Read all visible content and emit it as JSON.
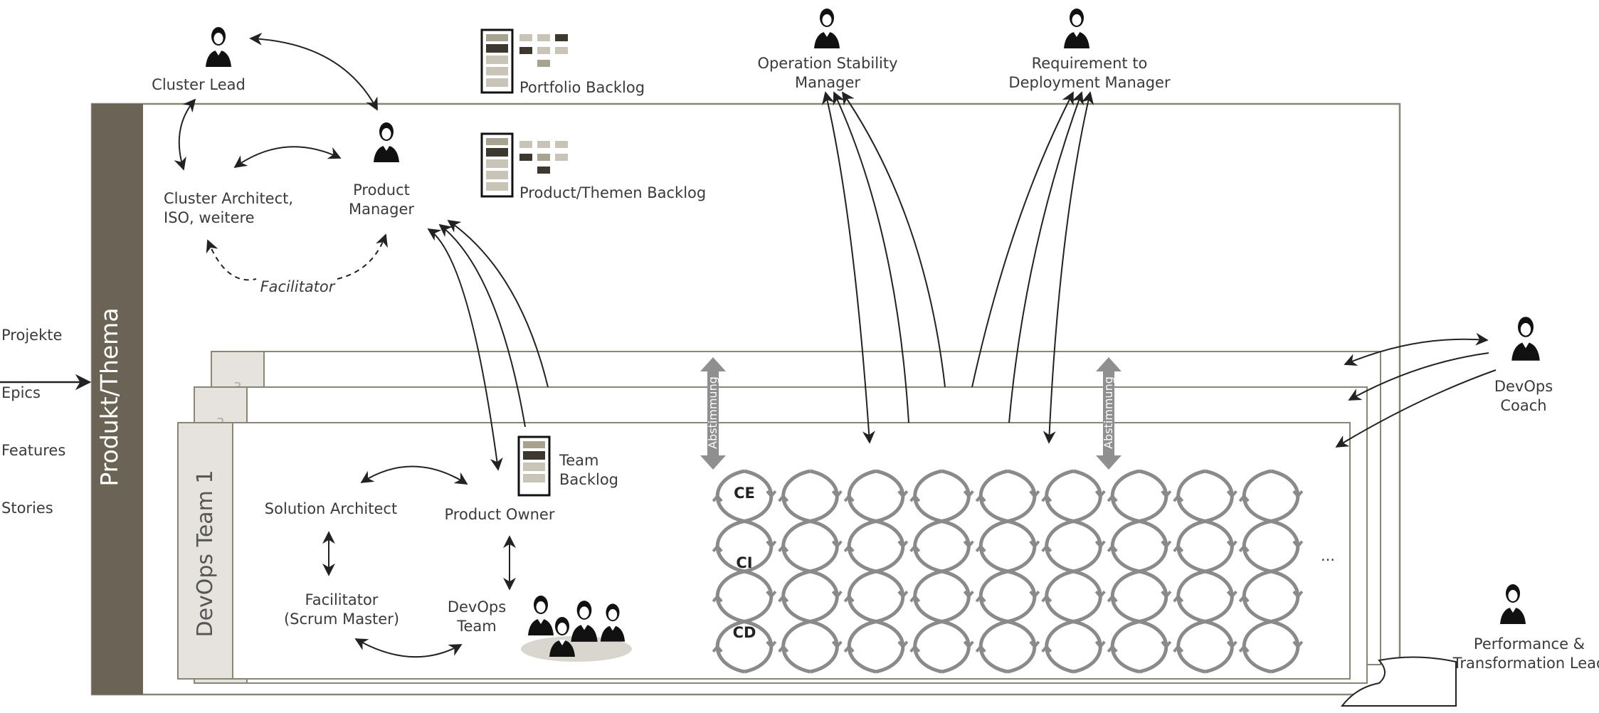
{
  "frame": {
    "title": "Produkt/Thema"
  },
  "team_frame": {
    "title": "DevOps Team 1"
  },
  "inputs": [
    "Projekte",
    "Epics",
    "Features",
    "Stories"
  ],
  "roles": {
    "cluster_lead": "Cluster Lead",
    "cluster_architect": "Cluster Architect,\nISO, weitere",
    "product_manager": "Product\nManager",
    "facilitator_top": "Facilitator",
    "operation_stability_manager": "Operation Stability\nManager",
    "requirement_to_deployment_manager": "Requirement to\nDeployment Manager",
    "devops_coach": "DevOps\nCoach",
    "performance_lead": "Performance &\nTransformation Lead",
    "solution_architect": "Solution Architect",
    "product_owner": "Product Owner",
    "facilitator_team": "Facilitator\n(Scrum Master)",
    "devops_team": "DevOps\nTeam"
  },
  "backlogs": {
    "portfolio": "Portfolio Backlog",
    "product": "Product/Themen Backlog",
    "team": "Team\nBacklog"
  },
  "abstimmung": "Abstimmung",
  "pipeline_labels": [
    "CE",
    "CI",
    "CD"
  ],
  "ellipsis": "...",
  "colors": {
    "frame_dark": "#6b6355",
    "line": "#8a8676",
    "tab": "#e6e3de",
    "loop": "#8a8a8a",
    "text": "#3a3a3a"
  }
}
